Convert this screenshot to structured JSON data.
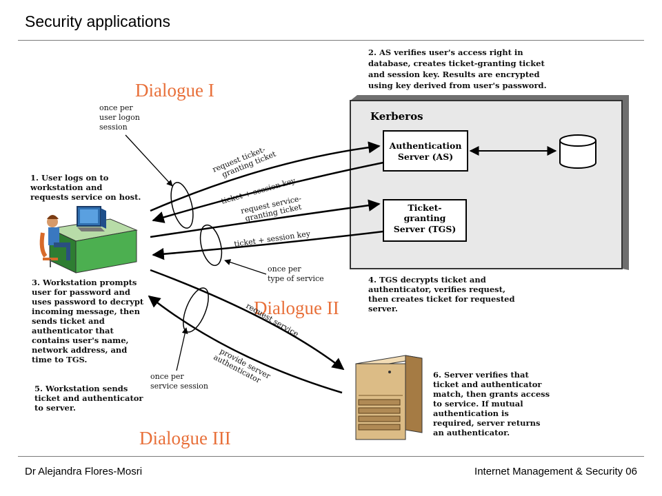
{
  "header": {
    "title": "Security applications"
  },
  "footer": {
    "left": "Dr Alejandra Flores-Mosri",
    "right": "Internet Management & Security 06"
  },
  "diagram": {
    "dialogues": [
      "Dialogue I",
      "Dialogue II",
      "Dialogue III"
    ],
    "kerberos": {
      "title": "Kerberos",
      "as": [
        "Authentication",
        "Server (AS)"
      ],
      "tgs": [
        "Ticket-",
        "granting",
        "Server (TGS)"
      ]
    },
    "steps": {
      "s1": [
        "1. User logs on to",
        "workstation and",
        "requests service on host."
      ],
      "s2": [
        "2. AS verifies user's access right in",
        "database, creates ticket-granting ticket",
        "and session key. Results are encrypted",
        "using key derived from user's password."
      ],
      "s3": [
        "3. Workstation prompts",
        "user for password and",
        "uses password to decrypt",
        "incoming message, then",
        "sends ticket and",
        "authenticator that",
        "contains user's name,",
        "network address, and",
        "time to TGS."
      ],
      "s4": [
        "4. TGS decrypts ticket and",
        "authenticator, verifies request,",
        "then creates ticket for requested",
        "server."
      ],
      "s5": [
        "5. Workstation sends",
        "ticket and authenticator",
        "to server."
      ],
      "s6": [
        "6. Server verifies that",
        "ticket and authenticator",
        "match, then grants access",
        "to service. If mutual",
        "authentication is",
        "required, server returns",
        "an authenticator."
      ]
    },
    "notes": {
      "per_logon": [
        "once per",
        "user logon",
        "session"
      ],
      "per_service_type": [
        "once per",
        "type of service"
      ],
      "per_service_session": [
        "once per",
        "service session"
      ]
    },
    "arrows": {
      "req_tgt": [
        "request ticket-",
        "granting ticket"
      ],
      "tgt_reply": "ticket + session key",
      "req_sgt": [
        "request service-",
        "granting ticket"
      ],
      "sgt_reply": "ticket + session key",
      "req_service": "request service",
      "provide_auth": [
        "provide server",
        "authenticator"
      ]
    }
  }
}
